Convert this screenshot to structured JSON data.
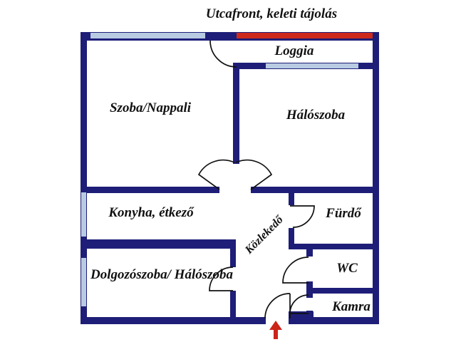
{
  "title": "Utcafront, keleti tájolás",
  "rooms": {
    "szoba_nappali": "Szoba/Nappali",
    "haloszoba": "Hálószoba",
    "loggia": "Loggia",
    "konyha_etkezo": "Konyha, étkező",
    "furdo": "Fürdő",
    "kozlekedo": "Közlekedő",
    "dolgozoszoba_haloszoba": "Dolgozószoba/ Hálószoba",
    "wc": "WC",
    "kamra": "Kamra"
  },
  "colors": {
    "wall": "#1e1e78",
    "window": "#b8cbe2",
    "street_front": "#cd2a1c",
    "door_swing": "#111111",
    "entrance_arrow": "#cc2418",
    "label_text": "#111111",
    "background": "#ffffff"
  },
  "icons": {
    "entrance_arrow": "up-arrow-entrance-marker"
  }
}
